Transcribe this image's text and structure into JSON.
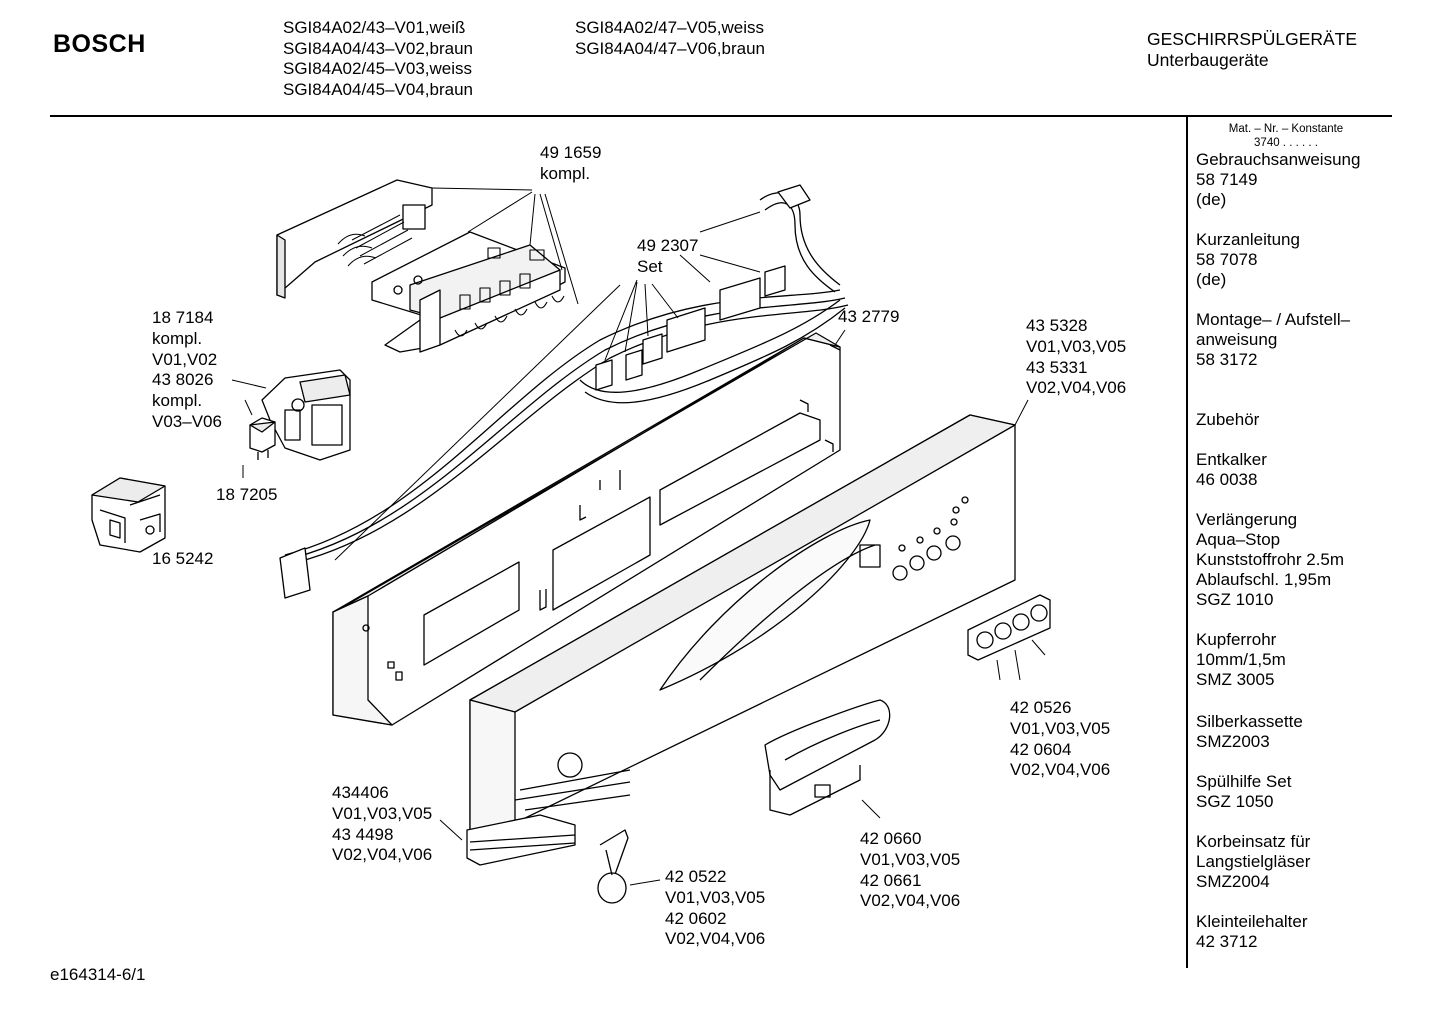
{
  "header": {
    "brand": "BOSCH",
    "models_col1": [
      "SGI84A02/43–V01,weiß",
      "SGI84A04/43–V02,braun",
      "SGI84A02/45–V03,weiss",
      "SGI84A04/45–V04,braun"
    ],
    "models_col2": [
      "SGI84A02/47–V05,weiss",
      "SGI84A04/47–V06,braun"
    ],
    "category": "GESCHIRRSPÜLGERÄTE",
    "subcategory": "Unterbaugeräte"
  },
  "sidebar": {
    "const_label": "Mat. – Nr. – Konstante",
    "const_value": "3740 .  .   .  .  .  .",
    "items": [
      {
        "lines": [
          "Gebrauchsanweisung",
          "58 7149",
          "(de)"
        ]
      },
      {
        "lines": [
          "Kurzanleitung",
          "58 7078",
          "(de)"
        ]
      },
      {
        "lines": [
          "Montage– / Aufstell–",
          "anweisung",
          "58 3172"
        ]
      },
      {
        "lines": [
          "Zubehör"
        ]
      },
      {
        "lines": [
          "Entkalker",
          "46 0038"
        ]
      },
      {
        "lines": [
          "Verlängerung",
          "Aqua–Stop",
          "Kunststoffrohr 2.5m",
          "Ablaufschl. 1,95m",
          "SGZ 1010"
        ]
      },
      {
        "lines": [
          "Kupferrohr",
          "10mm/1,5m",
          "SMZ 3005"
        ]
      },
      {
        "lines": [
          "Silberkassette",
          "SMZ2003"
        ]
      },
      {
        "lines": [
          "Spülhilfe Set",
          "SGZ 1050"
        ]
      },
      {
        "lines": [
          "Korbeinsatz für",
          "Langstielgläser",
          "SMZ2004"
        ]
      },
      {
        "lines": [
          "Kleinteilehalter",
          "42 3712"
        ]
      }
    ]
  },
  "parts": [
    {
      "id": "p491659",
      "lines": [
        "49 1659",
        "kompl."
      ]
    },
    {
      "id": "p492307",
      "lines": [
        "49 2307",
        "Set"
      ]
    },
    {
      "id": "p187184",
      "lines": [
        "18 7184",
        "kompl.",
        "V01,V02",
        "43 8026",
        "kompl.",
        "V03–V06"
      ]
    },
    {
      "id": "p187205",
      "lines": [
        "18 7205"
      ]
    },
    {
      "id": "p165242",
      "lines": [
        "16 5242"
      ]
    },
    {
      "id": "p432779",
      "lines": [
        "43 2779"
      ]
    },
    {
      "id": "p435328",
      "lines": [
        "43 5328",
        "V01,V03,V05",
        "43 5331",
        "V02,V04,V06"
      ]
    },
    {
      "id": "p420526",
      "lines": [
        "42 0526",
        "V01,V03,V05",
        "42 0604",
        "V02,V04,V06"
      ]
    },
    {
      "id": "p434406",
      "lines": [
        "434406",
        "V01,V03,V05",
        "43 4498",
        "V02,V04,V06"
      ]
    },
    {
      "id": "p420660",
      "lines": [
        "42 0660",
        "V01,V03,V05",
        "42 0661",
        "V02,V04,V06"
      ]
    },
    {
      "id": "p420522",
      "lines": [
        "42 0522",
        "V01,V03,V05",
        "42 0602",
        "V02,V04,V06"
      ]
    }
  ],
  "footer": {
    "code": "e164314-6/1"
  }
}
